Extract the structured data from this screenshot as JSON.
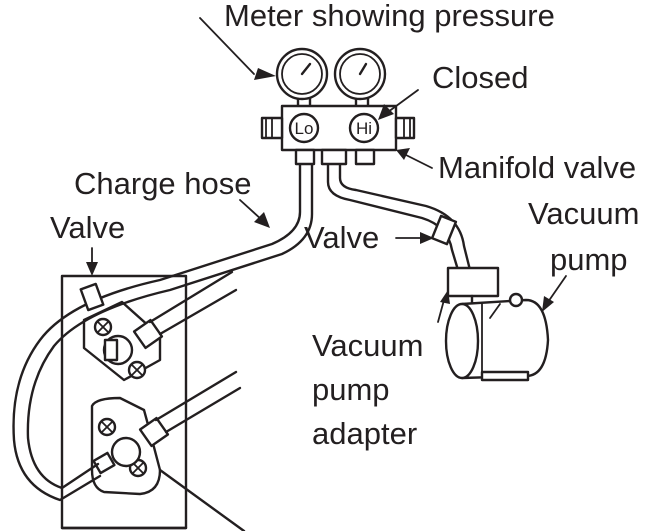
{
  "labels": {
    "meter": "Meter showing pressure",
    "closed": "Closed",
    "manifold_valve": "Manifold valve",
    "charge_hose": "Charge hose",
    "valve_left": "Valve",
    "valve_mid": "Valve",
    "vacuum_pump_line1": "Vacuum",
    "vacuum_pump_line2": "pump",
    "adapter_line1": "Vacuum",
    "adapter_line2": "pump",
    "adapter_line3": "adapter"
  },
  "gauges": {
    "low": "Lo",
    "high": "Hi"
  },
  "colors": {
    "ink": "#231f20",
    "background": "#ffffff"
  }
}
